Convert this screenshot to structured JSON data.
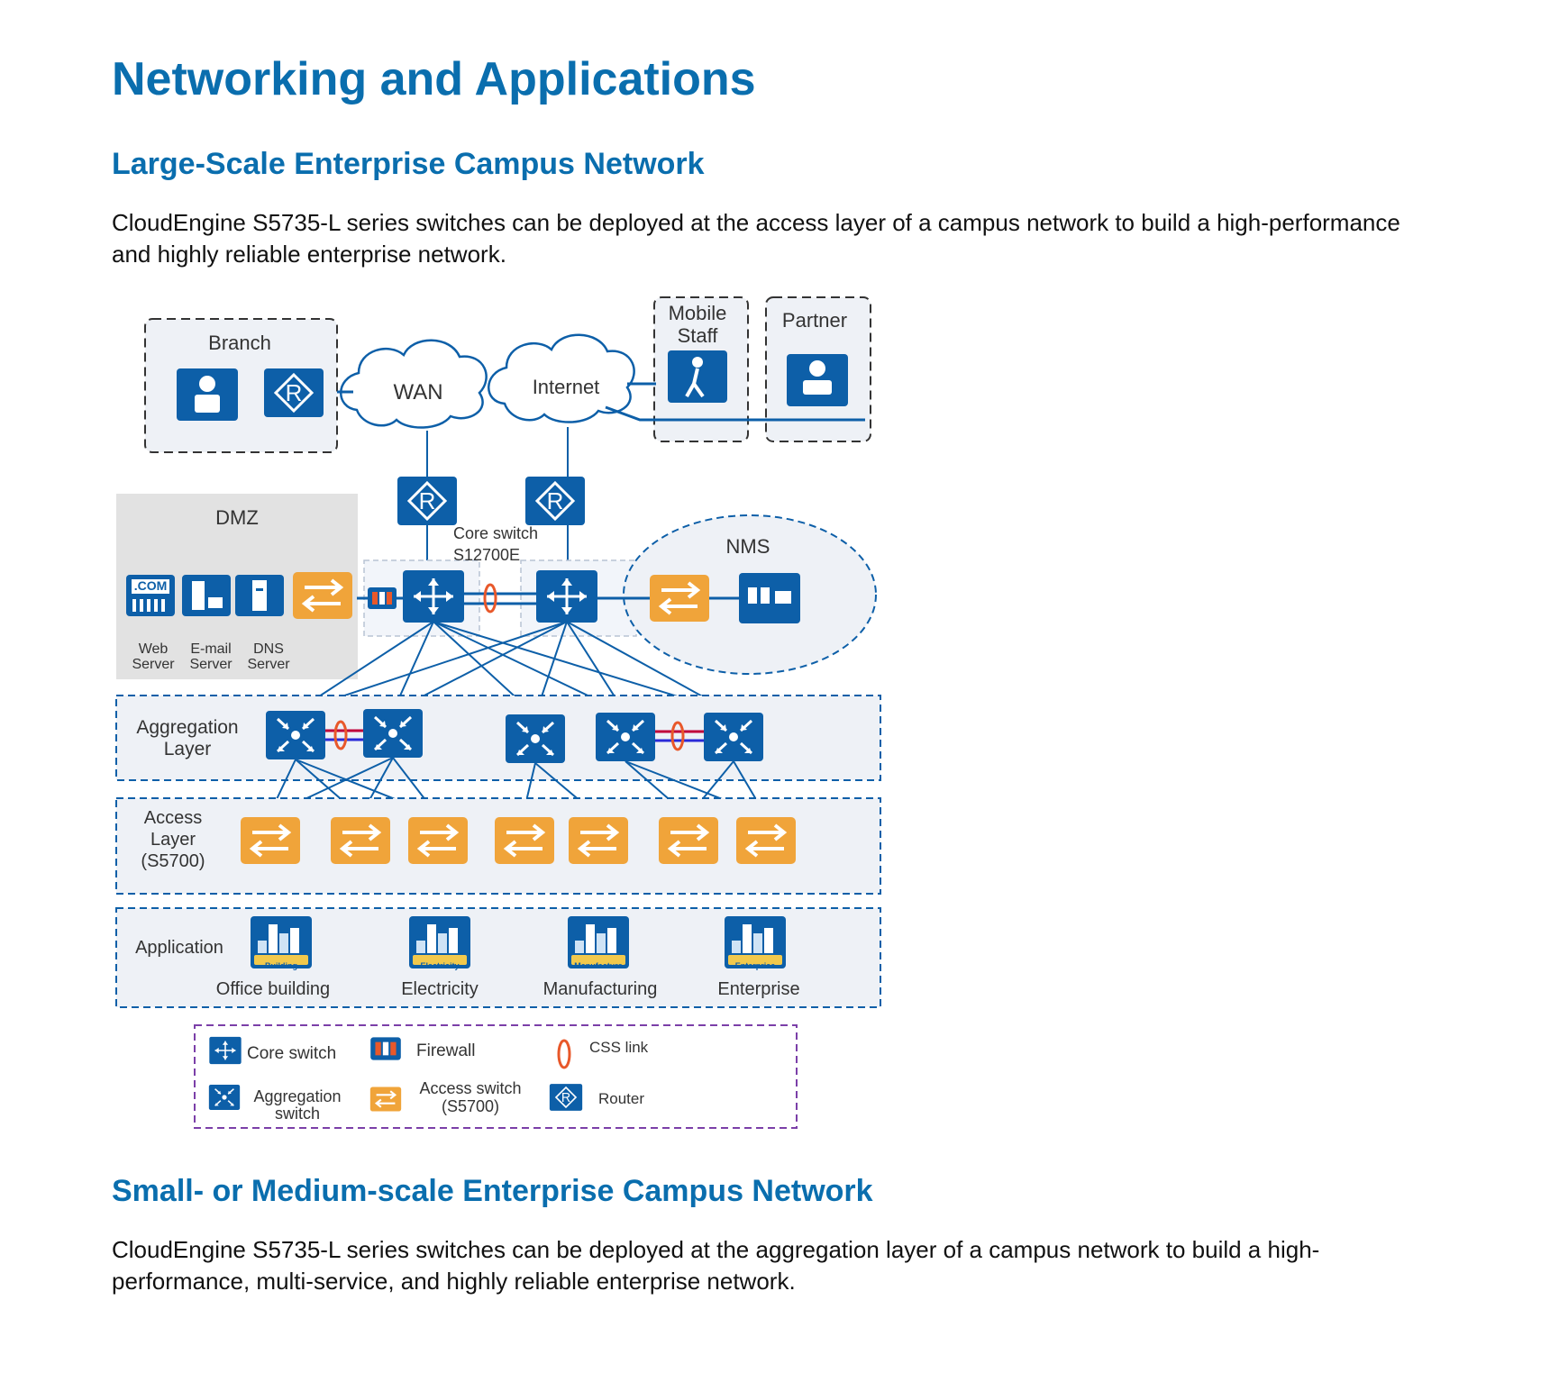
{
  "page_title": "Networking and Applications",
  "section1": {
    "heading": "Large-Scale Enterprise Campus Network",
    "body": "CloudEngine S5735-L series switches can be deployed at the access layer of a campus network to build a high-performance and highly reliable enterprise network."
  },
  "diagram": {
    "branch": "Branch",
    "wan": "WAN",
    "internet": "Internet",
    "mobile_staff_1": "Mobile",
    "mobile_staff_2": "Staff",
    "partner": "Partner",
    "dmz": "DMZ",
    "com_badge": ".COM",
    "web_server_1": "Web",
    "web_server_2": "Server",
    "email_server_1": "E-mail",
    "email_server_2": "Server",
    "dns_server_1": "DNS",
    "dns_server_2": "Server",
    "core_switch_1": "Core switch",
    "core_switch_2": "S12700E",
    "nms": "NMS",
    "aggregation_layer_1": "Aggregation",
    "aggregation_layer_2": "Layer",
    "access_layer_1": "Access",
    "access_layer_2": "Layer",
    "access_layer_3": "(S5700)",
    "application_layer": "Application",
    "apps": [
      "Office building",
      "Electricity",
      "Manufacturing",
      "Enterprise"
    ],
    "app_badges": [
      "Building",
      "Electricity",
      "Manufacture",
      "Enterprise"
    ],
    "legend": {
      "core_switch": "Core switch",
      "firewall": "Firewall",
      "css_link": "CSS link",
      "aggregation_switch_1": "Aggregation",
      "aggregation_switch_2": "switch",
      "access_switch_1": "Access switch",
      "access_switch_2": "(S5700)",
      "router": "Router"
    }
  },
  "section2": {
    "heading": "Small- or Medium-scale Enterprise Campus Network",
    "body": "CloudEngine S5735-L series switches can be deployed at the aggregation layer of a campus network to build a high-performance, multi-service, and highly reliable enterprise network."
  },
  "colors": {
    "heading": "#0a6eae",
    "device_blue": "#0d5fa8",
    "access_orange": "#f0a43a",
    "css_link": "#e8582a",
    "panel_bg": "#eef1f6"
  }
}
